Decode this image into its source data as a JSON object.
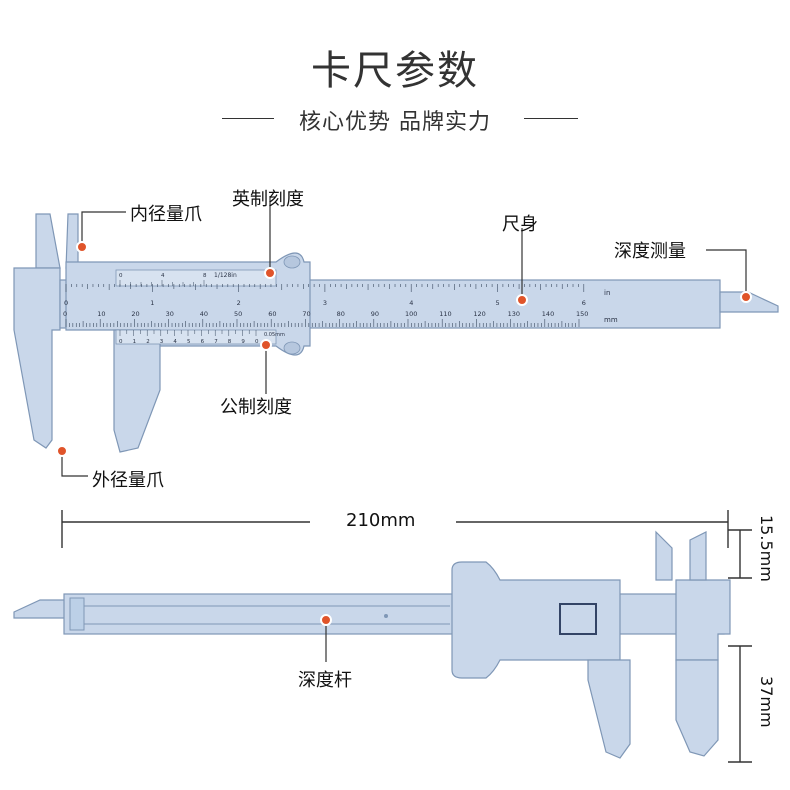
{
  "header": {
    "title": "卡尺参数",
    "subtitle": "核心优势 品牌实力"
  },
  "callouts": {
    "inner_jaw": "内径量爪",
    "imperial_scale": "英制刻度",
    "ruler_body": "尺身",
    "depth_measure": "深度测量",
    "metric_scale": "公制刻度",
    "outer_jaw": "外径量爪",
    "depth_rod": "深度杆"
  },
  "dimensions": {
    "length": "210mm",
    "jaw_small": "15.5mm",
    "jaw_large": "37mm"
  },
  "scale": {
    "inch_unit": "in",
    "mm_unit": "mm",
    "vernier_inch": "1/128in",
    "vernier_mm": "0.05mm",
    "inch_ticks": [
      "0",
      "1",
      "2",
      "3",
      "4",
      "5",
      "6"
    ],
    "mm_ticks": [
      "0",
      "10",
      "20",
      "30",
      "40",
      "50",
      "60",
      "70",
      "80",
      "90",
      "100",
      "110",
      "120",
      "130",
      "140",
      "150"
    ],
    "vernier_inch_ticks": [
      "0",
      "4",
      "8"
    ],
    "vernier_mm_ticks": [
      "0",
      "1",
      "2",
      "3",
      "4",
      "5",
      "6",
      "7",
      "8",
      "9",
      "0"
    ]
  },
  "colors": {
    "ruler_fill": "#c9d7ea",
    "ruler_stroke": "#7f97b6",
    "callout_dot": "#e0542a",
    "line": "#333333"
  }
}
